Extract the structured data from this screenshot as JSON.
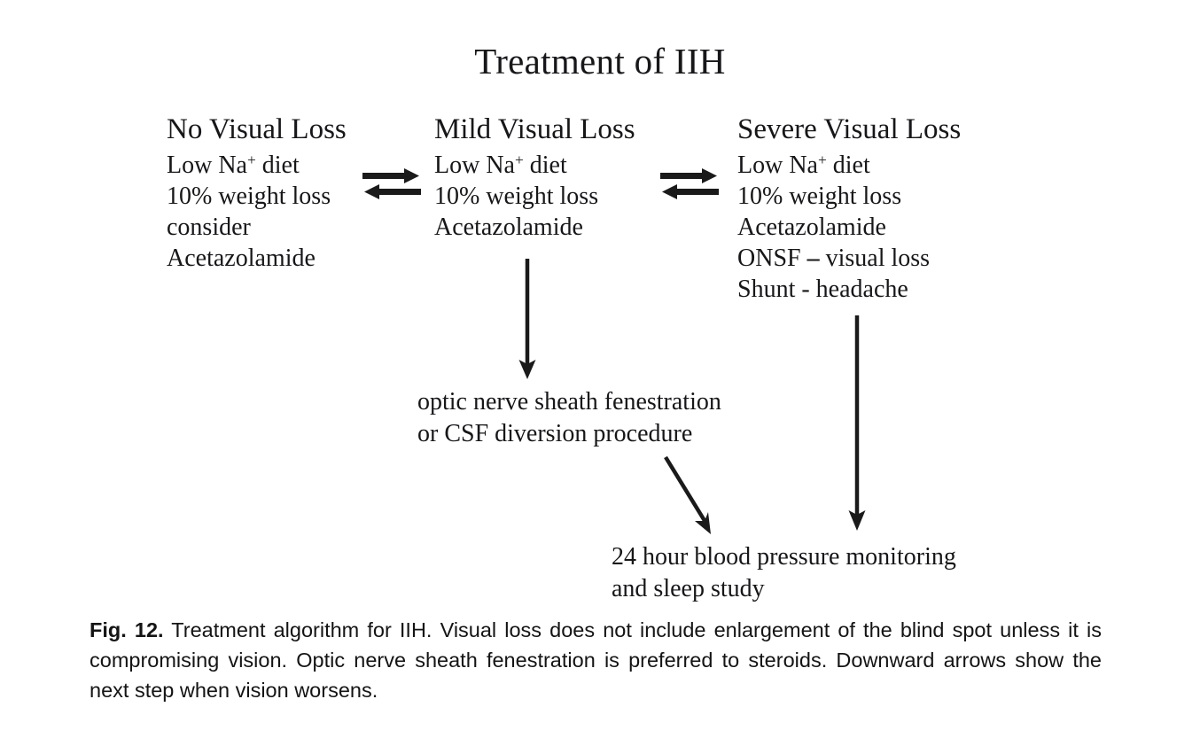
{
  "figure": {
    "title": "Treatment of IIH",
    "columns": [
      {
        "id": "no-visual-loss",
        "heading": "No Visual Loss",
        "lines": [
          {
            "pre": "Low Na",
            "sup": "+",
            "post": " diet"
          },
          {
            "pre": "10% weight loss"
          },
          {
            "pre": "consider"
          },
          {
            "pre": "Acetazolamide"
          }
        ]
      },
      {
        "id": "mild-visual-loss",
        "heading": "Mild Visual Loss",
        "lines": [
          {
            "pre": "Low Na",
            "sup": "+",
            "post": " diet"
          },
          {
            "pre": "10% weight loss"
          },
          {
            "pre": "Acetazolamide"
          }
        ]
      },
      {
        "id": "severe-visual-loss",
        "heading": "Severe Visual Loss",
        "lines": [
          {
            "pre": "Low Na",
            "sup": "+",
            "post": " diet"
          },
          {
            "pre": "10% weight loss"
          },
          {
            "pre": "Acetazolamide"
          },
          {
            "pre": "ONSF ",
            "dash": "–",
            "post": " visual loss"
          },
          {
            "pre": "Shunt - headache"
          }
        ]
      }
    ],
    "mid_step": {
      "line1": "optic nerve sheath fenestration",
      "line2": "or CSF diversion procedure"
    },
    "final_step": {
      "line1": "24 hour blood pressure monitoring",
      "line2": "and sleep study"
    },
    "arrows": [
      {
        "name": "bidirectional-arrow-no-to-mild",
        "kind": "bidirectional-horizontal"
      },
      {
        "name": "bidirectional-arrow-mild-to-severe",
        "kind": "bidirectional-horizontal"
      },
      {
        "name": "down-arrow-mild-to-surgery",
        "kind": "vertical-down"
      },
      {
        "name": "down-arrow-severe-to-monitoring",
        "kind": "vertical-down"
      },
      {
        "name": "diagonal-arrow-surgery-to-monitoring",
        "kind": "diagonal-down-right"
      }
    ],
    "caption": {
      "label": "Fig. 12.",
      "text": "Treatment algorithm for IIH. Visual loss does not include enlargement of the blind spot unless it is compromising vision. Optic nerve sheath fenestration is preferred to steroids. Downward arrows show the next step when vision worsens."
    },
    "colors": {
      "background": "#ffffff",
      "ink": "#17171a",
      "caption_ink": "#141414"
    }
  }
}
